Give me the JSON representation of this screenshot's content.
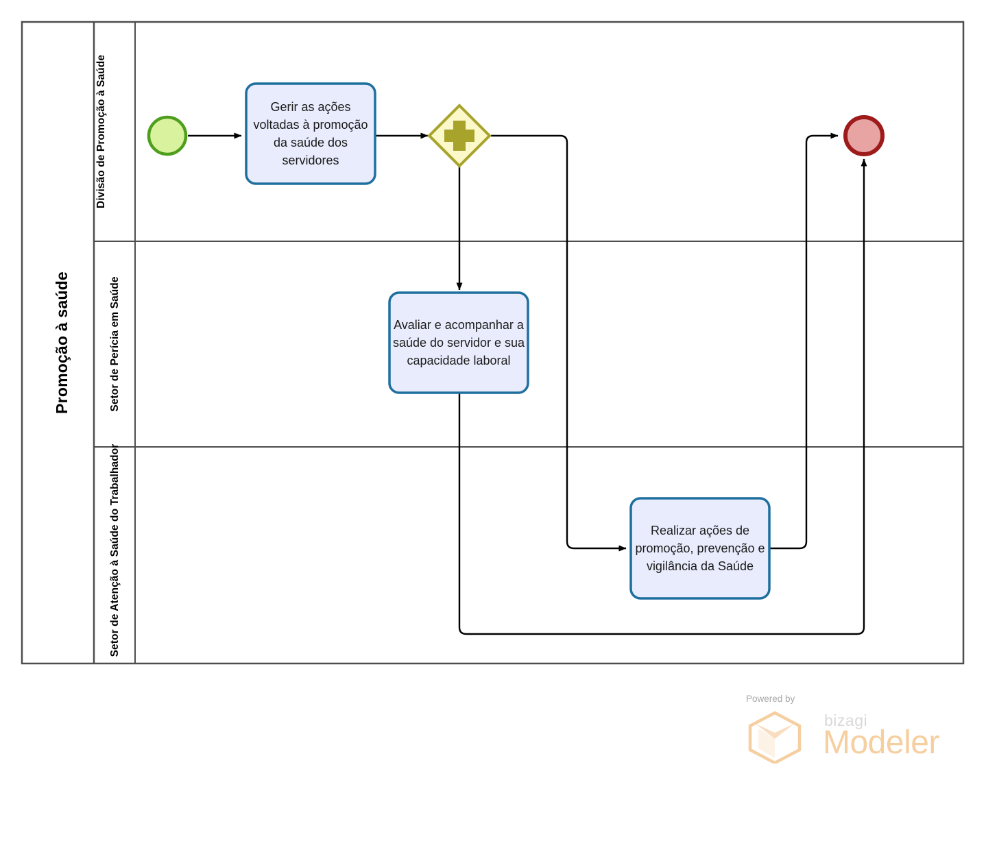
{
  "pool": {
    "title": "Promoção à saúde",
    "border_color": "#4d4d4d",
    "background": "#ffffff"
  },
  "lanes": [
    {
      "id": "lane-divisao",
      "title": "Divisão de Promoção à Saúde"
    },
    {
      "id": "lane-pericia",
      "title": "Setor de Perícia em Saúde"
    },
    {
      "id": "lane-atencao",
      "title": "Setor de Atenção à Saúde do Trabalhador"
    }
  ],
  "events": [
    {
      "id": "start-event",
      "type": "start-event",
      "label": "",
      "fill": "#d9f29e",
      "stroke": "#4f9e1e"
    },
    {
      "id": "end-event",
      "type": "end-event",
      "label": "",
      "fill": "#e8a3a3",
      "stroke": "#9e1b1b"
    }
  ],
  "gateway": {
    "id": "parallel-gateway",
    "type": "parallel-gateway",
    "symbol": "+",
    "label": "",
    "fill": "#fbf8c9",
    "stroke": "#a8a32a",
    "marker_color": "#a8a32a"
  },
  "tasks": [
    {
      "id": "task-gerir",
      "lane": "lane-divisao",
      "label": "Gerir as ações\nvoltadas à\npromoção da\nsaúde dos\nservidores",
      "fill": "#e8ecfc",
      "stroke": "#1f6f9e"
    },
    {
      "id": "task-avaliar",
      "lane": "lane-pericia",
      "label": "Avaliar e\nacompanhar a\nsaúde do servidor\ne sua capacidade\nlaboral",
      "fill": "#e8ecfc",
      "stroke": "#1f6f9e"
    },
    {
      "id": "task-realizar",
      "lane": "lane-atencao",
      "label": "Realizar ações de\npromoção,\nprevenção e\nvigilância da\nSaúde",
      "fill": "#e8ecfc",
      "stroke": "#1f6f9e"
    }
  ],
  "flows": [
    {
      "id": "flow-start-to-gerir",
      "from": "start-event",
      "to": "task-gerir",
      "label": ""
    },
    {
      "id": "flow-gerir-to-gateway",
      "from": "task-gerir",
      "to": "parallel-gateway",
      "label": ""
    },
    {
      "id": "flow-gateway-to-avaliar",
      "from": "parallel-gateway",
      "to": "task-avaliar",
      "label": ""
    },
    {
      "id": "flow-gateway-to-realizar",
      "from": "parallel-gateway",
      "to": "task-realizar",
      "label": ""
    },
    {
      "id": "flow-realizar-to-end",
      "from": "task-realizar",
      "to": "end-event",
      "label": ""
    },
    {
      "id": "flow-avaliar-to-end",
      "from": "task-avaliar",
      "to": "end-event",
      "label": ""
    }
  ],
  "watermark": {
    "powered_by": "Powered by",
    "brand": "bizagi",
    "product": "Modeler",
    "hex_color": "#f6cfa0",
    "text_color": "#f6cfa0"
  }
}
